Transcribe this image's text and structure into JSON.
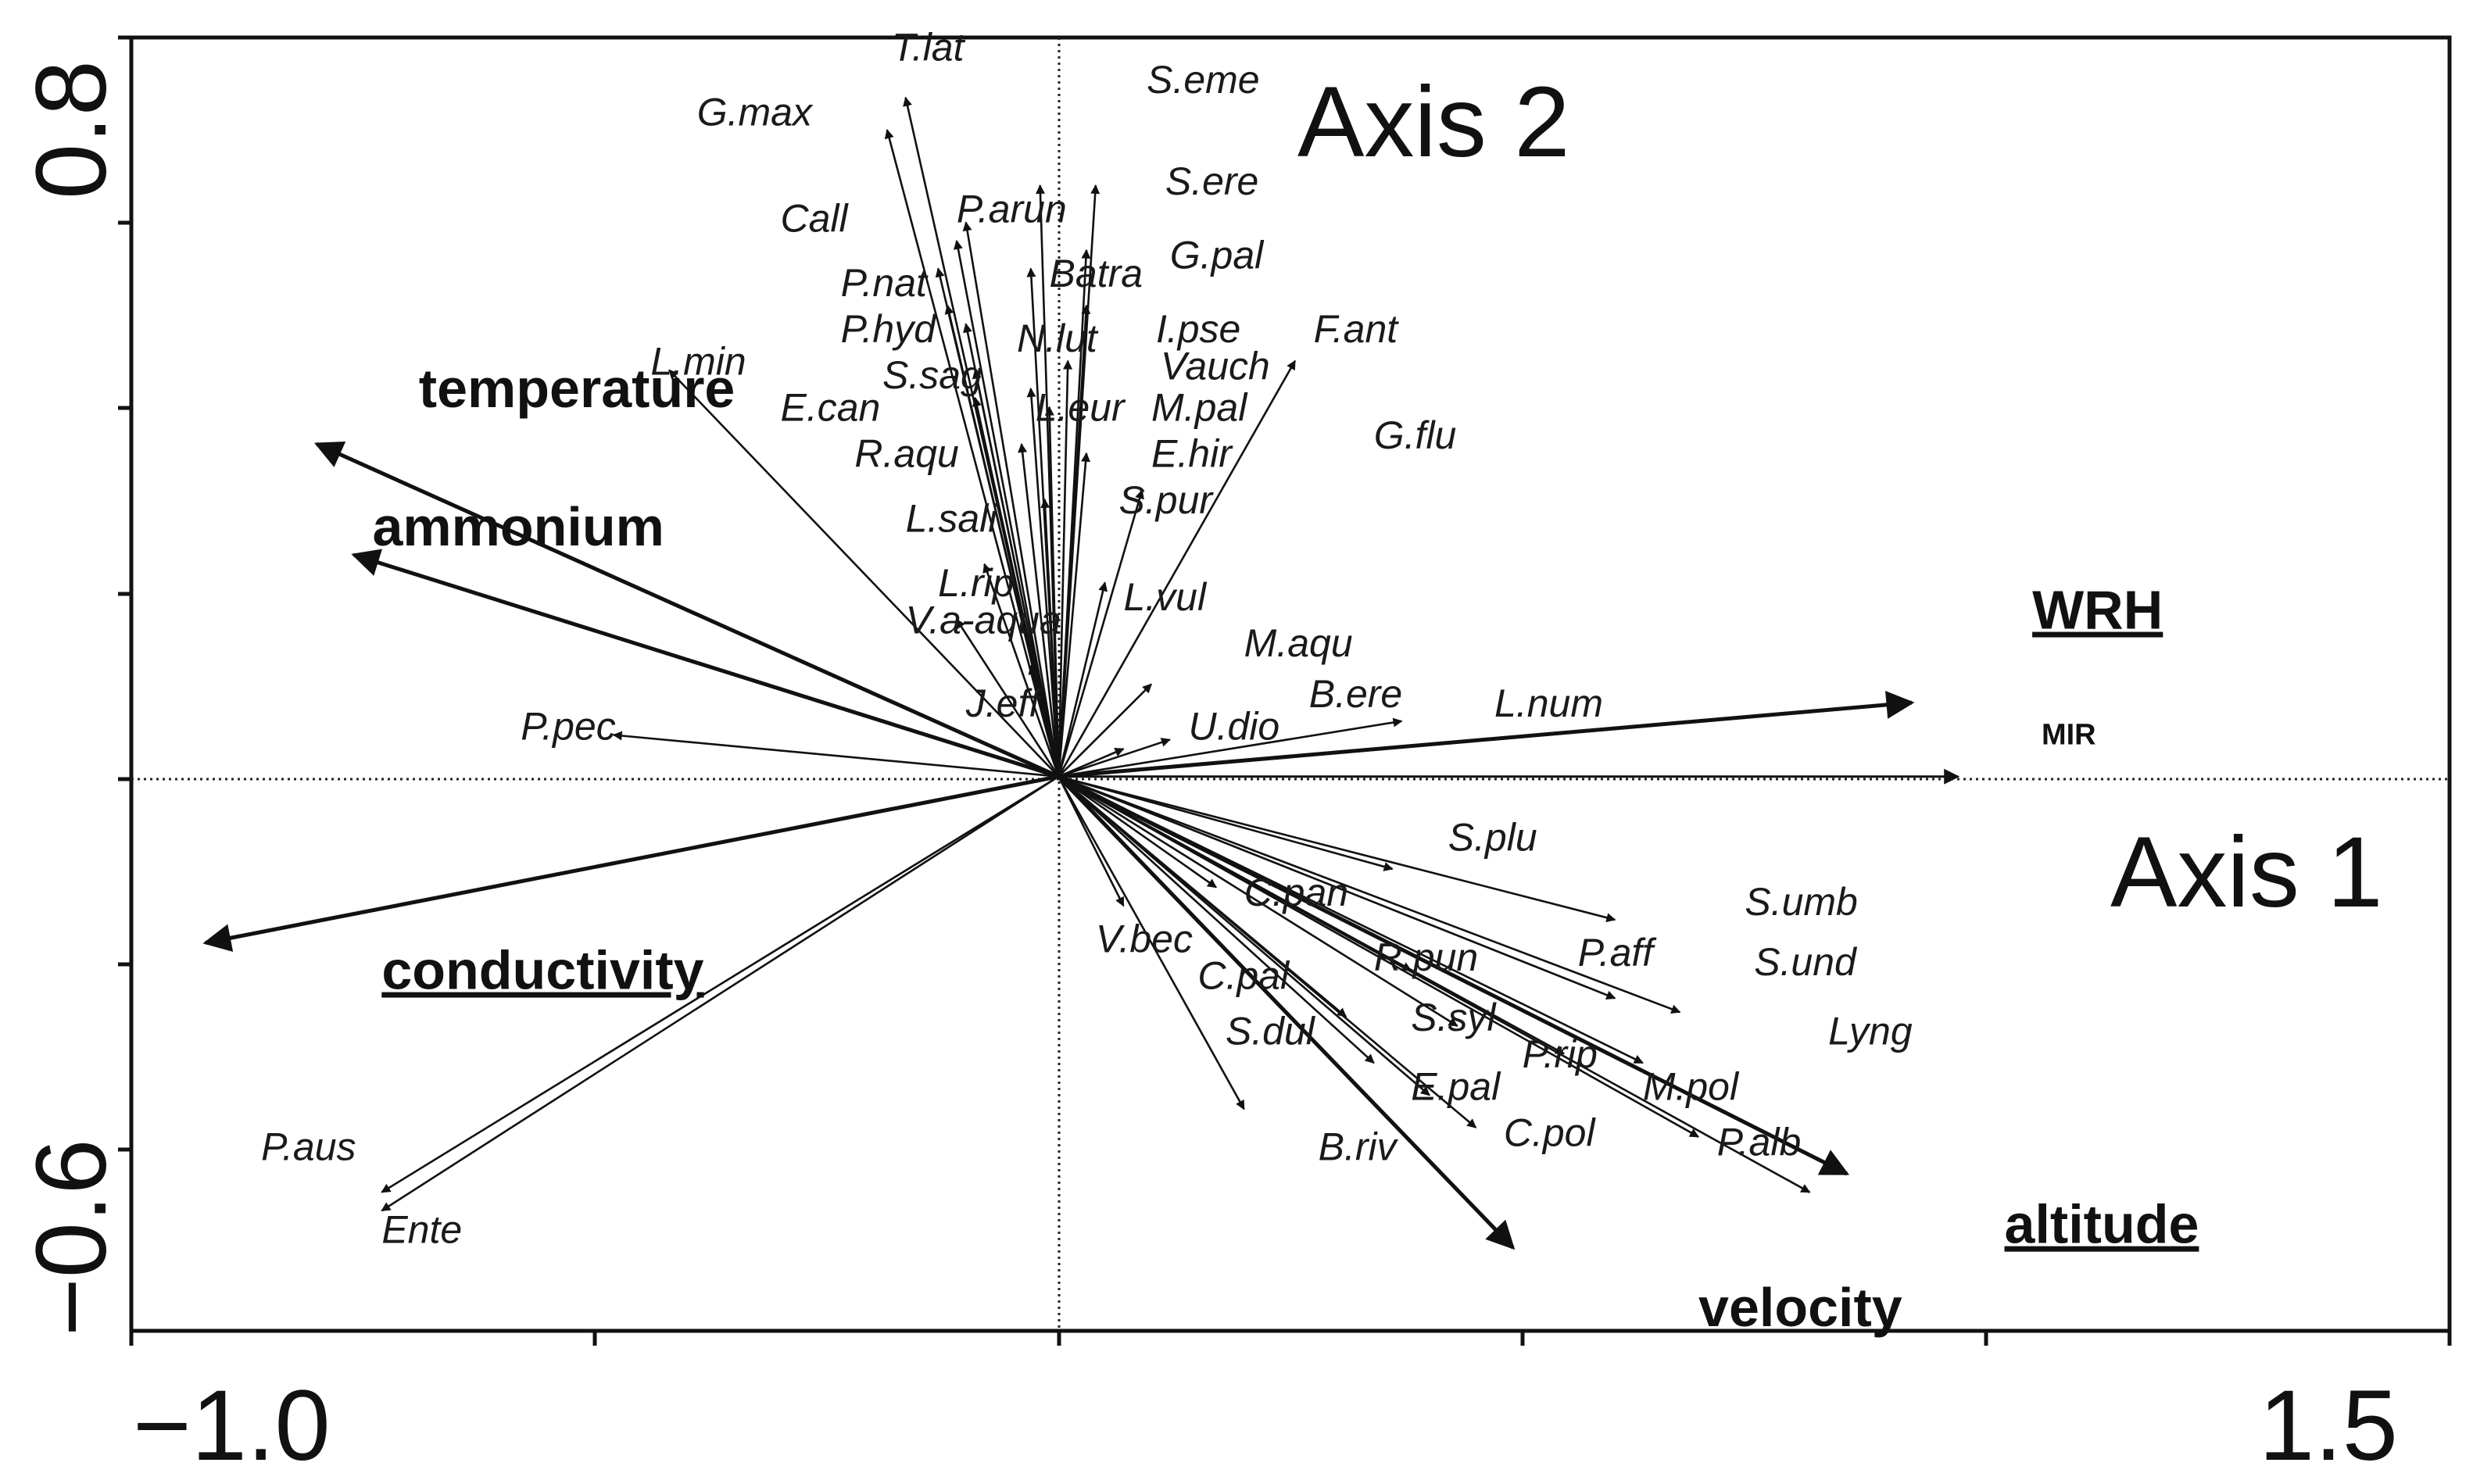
{
  "chart_data": {
    "type": "biplot",
    "xlim": [
      -1.0,
      1.5
    ],
    "ylim": [
      -0.6,
      0.8
    ],
    "x_tick_labels": [
      "−1.0",
      "1.5"
    ],
    "y_tick_labels": [
      "−0.6",
      "0.8"
    ],
    "axis_titles": {
      "x": "Axis 1",
      "y": "Axis 2"
    },
    "grid": false,
    "origin_lines": true,
    "environmental_vectors": [
      {
        "name": "temperature",
        "x": -0.8,
        "y": 0.36,
        "underline": false
      },
      {
        "name": "ammonium",
        "x": -0.76,
        "y": 0.24,
        "underline": false
      },
      {
        "name": "conductivity",
        "x": -0.92,
        "y": -0.18,
        "underline": true
      },
      {
        "name": "WRH",
        "x": 0.92,
        "y": 0.08,
        "underline": true
      },
      {
        "name": "MIR",
        "x": 0.97,
        "y": 0.0,
        "underline": false,
        "small": true
      },
      {
        "name": "altitude",
        "x": 0.85,
        "y": -0.43,
        "underline": true
      },
      {
        "name": "velocity",
        "x": 0.49,
        "y": -0.51,
        "underline": false
      }
    ],
    "species_vectors": [
      {
        "name": "T.lat",
        "x": -0.165,
        "y": 0.735
      },
      {
        "name": "G.max",
        "x": -0.185,
        "y": 0.7
      },
      {
        "name": "S.eme",
        "x": -0.02,
        "y": 0.64
      },
      {
        "name": "S.ere",
        "x": 0.04,
        "y": 0.64
      },
      {
        "name": "P.arun",
        "x": -0.1,
        "y": 0.6
      },
      {
        "name": "Call",
        "x": -0.11,
        "y": 0.58
      },
      {
        "name": "G.pal",
        "x": 0.03,
        "y": 0.57
      },
      {
        "name": "Batra",
        "x": -0.03,
        "y": 0.55
      },
      {
        "name": "P.nat",
        "x": -0.13,
        "y": 0.55
      },
      {
        "name": "P.hyd",
        "x": -0.12,
        "y": 0.51
      },
      {
        "name": "I.pse",
        "x": 0.03,
        "y": 0.51
      },
      {
        "name": "N.lut",
        "x": -0.1,
        "y": 0.49
      },
      {
        "name": "F.ant",
        "x": 0.255,
        "y": 0.45
      },
      {
        "name": "Vauch",
        "x": 0.01,
        "y": 0.45
      },
      {
        "name": "S.sag",
        "x": -0.09,
        "y": 0.44
      },
      {
        "name": "L.min",
        "x": -0.42,
        "y": 0.44
      },
      {
        "name": "L.eur",
        "x": -0.03,
        "y": 0.42
      },
      {
        "name": "M.pal",
        "x": -0.01,
        "y": 0.4
      },
      {
        "name": "E.can",
        "x": -0.09,
        "y": 0.41
      },
      {
        "name": "R.aqu",
        "x": -0.04,
        "y": 0.36
      },
      {
        "name": "E.hir",
        "x": 0.03,
        "y": 0.35
      },
      {
        "name": "S.pur",
        "x": 0.09,
        "y": 0.31
      },
      {
        "name": "L.sali",
        "x": -0.015,
        "y": 0.3
      },
      {
        "name": "L.rip",
        "x": -0.08,
        "y": 0.23
      },
      {
        "name": "L.vul",
        "x": 0.05,
        "y": 0.21
      },
      {
        "name": "V.a-aqua",
        "x": -0.11,
        "y": 0.17
      },
      {
        "name": "M.aqu",
        "x": 0.1,
        "y": 0.1
      },
      {
        "name": "B.ere",
        "x": 0.12,
        "y": 0.04
      },
      {
        "name": "J.eff",
        "x": -0.03,
        "y": 0.12
      },
      {
        "name": "L.num",
        "x": 0.37,
        "y": 0.06
      },
      {
        "name": "U.dio",
        "x": 0.07,
        "y": 0.03
      },
      {
        "name": "P.pec",
        "x": -0.48,
        "y": 0.045
      },
      {
        "name": "S.plu",
        "x": 0.36,
        "y": -0.1
      },
      {
        "name": "S.umb",
        "x": 0.6,
        "y": -0.155
      },
      {
        "name": "C.pan",
        "x": 0.17,
        "y": -0.12
      },
      {
        "name": "P.aff",
        "x": 0.6,
        "y": -0.24
      },
      {
        "name": "S.und",
        "x": 0.67,
        "y": -0.255
      },
      {
        "name": "V.bec",
        "x": 0.07,
        "y": -0.14
      },
      {
        "name": "R.pun",
        "x": 0.38,
        "y": -0.21
      },
      {
        "name": "C.pal",
        "x": 0.31,
        "y": -0.26
      },
      {
        "name": "Lyng",
        "x": 0.63,
        "y": -0.31
      },
      {
        "name": "S.syl",
        "x": 0.43,
        "y": -0.27
      },
      {
        "name": "S.dul",
        "x": 0.34,
        "y": -0.31
      },
      {
        "name": "P.rip",
        "x": 0.545,
        "y": -0.3
      },
      {
        "name": "M.pol",
        "x": 0.69,
        "y": -0.39
      },
      {
        "name": "E.pal",
        "x": 0.4,
        "y": -0.345
      },
      {
        "name": "C.pol",
        "x": 0.45,
        "y": -0.38
      },
      {
        "name": "B.riv",
        "x": 0.2,
        "y": -0.36
      },
      {
        "name": "P.alb",
        "x": 0.81,
        "y": -0.45
      },
      {
        "name": "P.aus",
        "x": -0.73,
        "y": -0.45
      },
      {
        "name": "Ente",
        "x": -0.73,
        "y": -0.47
      }
    ],
    "labels": [
      {
        "text": "T.lat",
        "x": -0.18,
        "y": 0.775
      },
      {
        "text": "G.max",
        "x": -0.39,
        "y": 0.705
      },
      {
        "text": "S.eme",
        "x": 0.095,
        "y": 0.74
      },
      {
        "text": "S.ere",
        "x": 0.115,
        "y": 0.63
      },
      {
        "text": "P.arun",
        "x": -0.11,
        "y": 0.6
      },
      {
        "text": "Call",
        "x": -0.3,
        "y": 0.59
      },
      {
        "text": "G.pal",
        "x": 0.12,
        "y": 0.55
      },
      {
        "text": "Batra",
        "x": -0.01,
        "y": 0.53
      },
      {
        "text": "P.nat",
        "x": -0.235,
        "y": 0.52
      },
      {
        "text": "P.hyd",
        "x": -0.235,
        "y": 0.47
      },
      {
        "text": "I.pse",
        "x": 0.105,
        "y": 0.47
      },
      {
        "text": "N.lut",
        "x": -0.045,
        "y": 0.46
      },
      {
        "text": "F.ant",
        "x": 0.275,
        "y": 0.47
      },
      {
        "text": "Vauch",
        "x": 0.11,
        "y": 0.43
      },
      {
        "text": "S.sag",
        "x": -0.19,
        "y": 0.42
      },
      {
        "text": "L.min",
        "x": -0.44,
        "y": 0.435
      },
      {
        "text": "L.eur",
        "x": -0.025,
        "y": 0.385
      },
      {
        "text": "M.pal",
        "x": 0.1,
        "y": 0.385
      },
      {
        "text": "E.can",
        "x": -0.3,
        "y": 0.385
      },
      {
        "text": "G.flu",
        "x": 0.34,
        "y": 0.355
      },
      {
        "text": "R.aqu",
        "x": -0.22,
        "y": 0.335
      },
      {
        "text": "E.hir",
        "x": 0.1,
        "y": 0.335
      },
      {
        "text": "S.pur",
        "x": 0.065,
        "y": 0.285
      },
      {
        "text": "L.sali",
        "x": -0.165,
        "y": 0.265
      },
      {
        "text": "L.rip",
        "x": -0.13,
        "y": 0.195
      },
      {
        "text": "L.vul",
        "x": 0.07,
        "y": 0.18
      },
      {
        "text": "V.a-aqua",
        "x": -0.165,
        "y": 0.155
      },
      {
        "text": "M.aqu",
        "x": 0.2,
        "y": 0.13
      },
      {
        "text": "B.ere",
        "x": 0.27,
        "y": 0.075
      },
      {
        "text": "L.num",
        "x": 0.47,
        "y": 0.065
      },
      {
        "text": "J.eff",
        "x": -0.1,
        "y": 0.065
      },
      {
        "text": "U.dio",
        "x": 0.14,
        "y": 0.04
      },
      {
        "text": "P.pec",
        "x": -0.58,
        "y": 0.04
      },
      {
        "text": "S.plu",
        "x": 0.42,
        "y": -0.08
      },
      {
        "text": "S.umb",
        "x": 0.74,
        "y": -0.15
      },
      {
        "text": "C.pan",
        "x": 0.2,
        "y": -0.14
      },
      {
        "text": "V.bec",
        "x": 0.04,
        "y": -0.19
      },
      {
        "text": "P.aff",
        "x": 0.56,
        "y": -0.205
      },
      {
        "text": "S.und",
        "x": 0.75,
        "y": -0.215
      },
      {
        "text": "R.pun",
        "x": 0.34,
        "y": -0.21
      },
      {
        "text": "C.pal",
        "x": 0.15,
        "y": -0.23
      },
      {
        "text": "Lyng",
        "x": 0.83,
        "y": -0.29
      },
      {
        "text": "S.syl",
        "x": 0.38,
        "y": -0.275
      },
      {
        "text": "S.dul",
        "x": 0.18,
        "y": -0.29
      },
      {
        "text": "P.rip",
        "x": 0.5,
        "y": -0.315
      },
      {
        "text": "M.pol",
        "x": 0.63,
        "y": -0.35
      },
      {
        "text": "E.pal",
        "x": 0.38,
        "y": -0.35
      },
      {
        "text": "C.pol",
        "x": 0.48,
        "y": -0.4
      },
      {
        "text": "B.riv",
        "x": 0.28,
        "y": -0.415
      },
      {
        "text": "P.alb",
        "x": 0.71,
        "y": -0.41
      },
      {
        "text": "P.aus",
        "x": -0.86,
        "y": -0.415
      },
      {
        "text": "Ente",
        "x": -0.73,
        "y": -0.505
      }
    ],
    "env_labels": [
      {
        "text": "temperature",
        "x": -0.69,
        "y": 0.4
      },
      {
        "text": "ammonium",
        "x": -0.74,
        "y": 0.25
      },
      {
        "text": "conductivity",
        "x": -0.73,
        "y": -0.23
      },
      {
        "text": "WRH",
        "x": 1.05,
        "y": 0.16
      },
      {
        "text": "MIR",
        "x": 1.06,
        "y": 0.035
      },
      {
        "text": "altitude",
        "x": 1.02,
        "y": -0.505
      },
      {
        "text": "velocity",
        "x": 0.69,
        "y": -0.595
      }
    ]
  }
}
